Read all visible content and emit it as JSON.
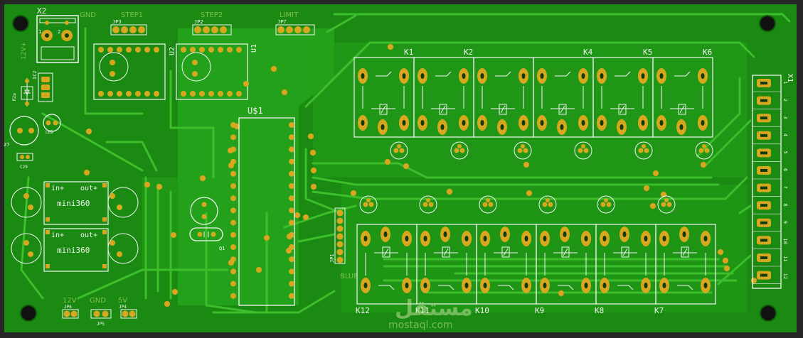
{
  "colors": {
    "background": "#262626",
    "pcb_green": "#1a8a12",
    "copper_pour": "#26a61c",
    "trace": "#3dbf2c",
    "pad_gold": "#d7a81f",
    "drill": "#143a10",
    "silkscreen": "#f4f4f4",
    "mounting_hole": "#111111"
  },
  "header": {
    "x2": "X2",
    "x2_pin1": "1",
    "x2_pin2": "2",
    "label_12v_side": "12V+",
    "gnd": "GND",
    "step1": "STEP1",
    "step2": "STEP2",
    "limit": "LIMIT",
    "jp3": "JP3",
    "jp2": "JP2",
    "jp7": "JP7"
  },
  "modules": {
    "u2": "U2",
    "u1": "U1",
    "us1": "U$1",
    "q1": "Q1",
    "ic2": "IC2",
    "r2a": "R2a",
    "c27": "27",
    "c29": "C29",
    "led": "LED"
  },
  "converters": [
    {
      "in": "in+",
      "out": "out+",
      "name": "mini360"
    },
    {
      "in": "in+",
      "out": "out+",
      "name": "mini360"
    }
  ],
  "relays_top": [
    "K1",
    "K2",
    "K4",
    "K5",
    "K6"
  ],
  "relays_bottom": [
    "K12",
    "K11",
    "K10",
    "K9",
    "K8",
    "K7"
  ],
  "jp1": "JP1",
  "blue": "BLUE",
  "bottom_header": {
    "v12": "12V",
    "gnd": "GND",
    "v5": "5V",
    "jp6": "JP6",
    "jp5": "JP5",
    "jp4": "JP4"
  },
  "x1": {
    "label": "X1",
    "pins": [
      "1",
      "2",
      "3",
      "4",
      "5",
      "6",
      "7",
      "8",
      "9",
      "10",
      "11",
      "12"
    ]
  },
  "watermark": {
    "arabic": "مستقل",
    "latin": "mostaql.com"
  }
}
